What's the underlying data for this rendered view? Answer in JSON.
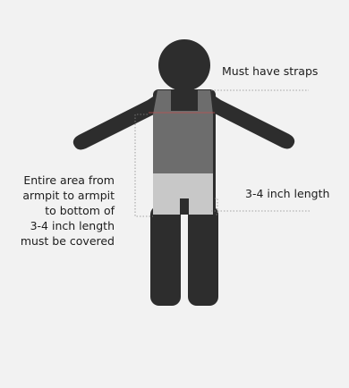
{
  "labels": {
    "straps": "Must have straps",
    "length": "3-4 inch length",
    "coverage_lines": [
      "Entire area from",
      "armpit to armpit",
      "to bottom of",
      "3-4 inch length",
      "must be covered"
    ]
  },
  "colors": {
    "background": "#f2f2f2",
    "figure": "#2d2d2d",
    "swimsuit_top": "#6d6d6d",
    "swimsuit_bottom": "#c8c8c8",
    "guide_line": "#8a8a8a",
    "accent_line": "#c05050"
  }
}
